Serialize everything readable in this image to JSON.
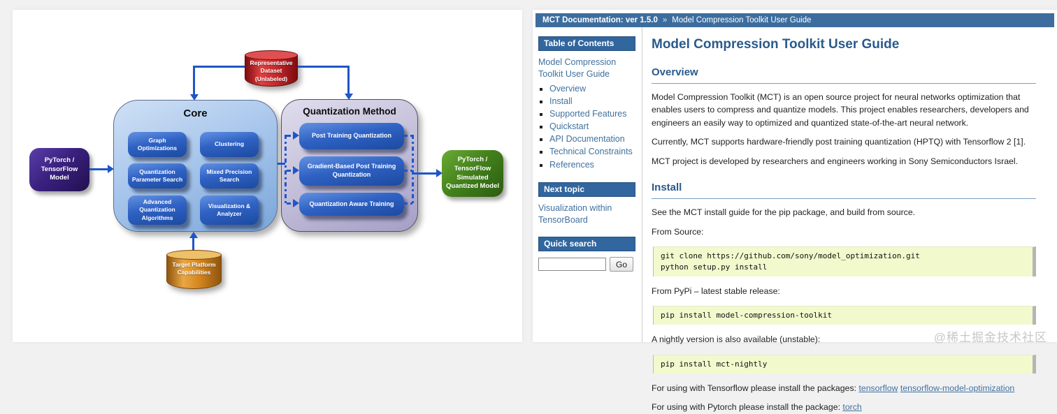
{
  "watermark": "@稀土掘金技术社区",
  "colors": {
    "arrow": "#1e56c8",
    "header_bar": "#3d6d9e",
    "sidebar_header": "#31669e",
    "link": "#41719f",
    "heading": "#2a5a8c",
    "code_background": "#f2f9cd",
    "core_box_blue": "#2f62c4",
    "dataset_red": "#c3292c",
    "platform_orange": "#d4861e",
    "output_green": "#44821c",
    "input_purple": "#3a2180"
  },
  "diagram": {
    "input_model": "PyTorch / TensorFlow Model",
    "output_model": "PyTorch / TensorFlow Simulated Quantized Model",
    "representative_dataset": "Representative Dataset (Unlabeled)",
    "target_platform": "Target Platform Capabilities",
    "core": {
      "title": "Core",
      "boxes": [
        "Graph Optimizations",
        "Clustering",
        "Quantization Parameter Search",
        "Mixed Precision Search",
        "Advanced Quantization Algorithms",
        "Visualization & Analyzer"
      ]
    },
    "quant_method": {
      "title": "Quantization Method",
      "boxes": [
        "Post Training Quantization",
        "Gradient-Based Post Training Quantization",
        "Quantization Aware Training"
      ]
    }
  },
  "doc": {
    "relbar": {
      "left": "MCT Documentation: ver 1.5.0",
      "separator": "»",
      "current": "Model Compression Toolkit User Guide"
    },
    "sidebar": {
      "toc_title": "Table of Contents",
      "toc_root": "Model Compression Toolkit User Guide",
      "toc_items": [
        "Overview",
        "Install",
        "Supported Features",
        "Quickstart",
        "API Documentation",
        "Technical Constraints",
        "References"
      ],
      "next_topic_title": "Next topic",
      "next_topic_link": "Visualization within TensorBoard",
      "search_title": "Quick search",
      "search_placeholder": "",
      "search_button": "Go"
    },
    "main": {
      "title": "Model Compression Toolkit User Guide",
      "overview": {
        "heading": "Overview",
        "p1": "Model Compression Toolkit (MCT) is an open source project for neural networks optimization that enables users to compress and quantize models. This project enables researchers, developers and engineers an easily way to optimized and quantized state-of-the-art neural network.",
        "p2": "Currently, MCT supports hardware-friendly post training quantization (HPTQ) with Tensorflow 2 [1].",
        "p3": "MCT project is developed by researchers and engineers working in Sony Semiconductors Israel."
      },
      "install": {
        "heading": "Install",
        "p1": "See the MCT install guide for the pip package, and build from source.",
        "from_source": "From Source:",
        "code1": "git clone https://github.com/sony/model_optimization.git\npython setup.py install",
        "from_pypi": "From PyPi – latest stable release:",
        "code2": "pip install model-compression-toolkit",
        "nightly": "A nightly version is also available (unstable):",
        "code3": "pip install mct-nightly",
        "tf_line_prefix": "For using with Tensorflow please install the packages:",
        "tf_link1": "tensorflow",
        "tf_link2": "tensorflow-model-optimization",
        "pt_line_prefix": "For using with Pytorch please install the package:",
        "pt_link": "torch"
      }
    }
  }
}
